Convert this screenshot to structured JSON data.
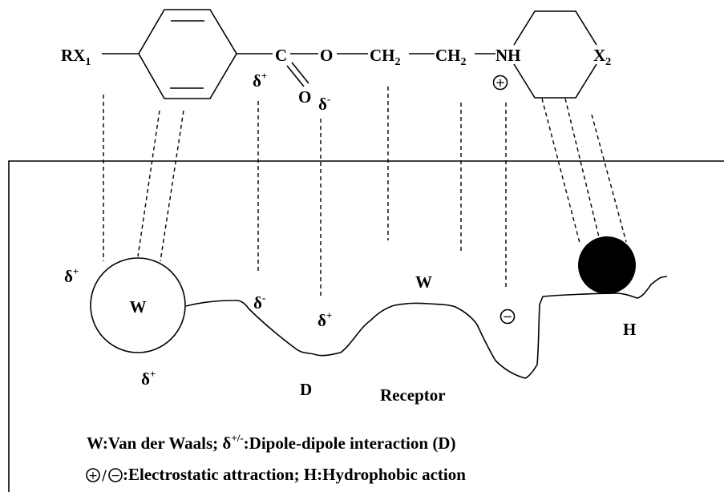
{
  "molecule": {
    "rx1_main": "RX",
    "rx1_sub": "1",
    "carbon": "C",
    "carbonyl_o": "O",
    "ester_o": "O",
    "ch2_a_main": "CH",
    "ch2_a_sub": "2",
    "ch2_b_main": "CH",
    "ch2_b_sub": "2",
    "nh": "NH",
    "x2_main": "X",
    "x2_sub": "2",
    "delta_c": "δ",
    "delta_c_sup": "+",
    "delta_o": "δ",
    "delta_o_sup": "-",
    "plus_sign": "+"
  },
  "receptor": {
    "delta_left": "δ",
    "delta_left_sup": "+",
    "w_circle": "W",
    "delta_under_w": "δ",
    "delta_under_w_sup": "+",
    "delta_minus": "δ",
    "delta_minus_sup": "-",
    "delta_plus_mid": "δ",
    "delta_plus_mid_sup": "+",
    "w_mid": "W",
    "minus_sign": "−",
    "h": "H",
    "d": "D",
    "receptor": "Receptor"
  },
  "legend": {
    "line1_a": "W:Van der Waals; δ",
    "line1_sup": "+/-",
    "line1_b": ":Dipole-dipole interaction (D)",
    "plus": "+",
    "slash": "/",
    "minus": "−",
    "line2": " :Electrostatic attraction; H:Hydrophobic action"
  }
}
